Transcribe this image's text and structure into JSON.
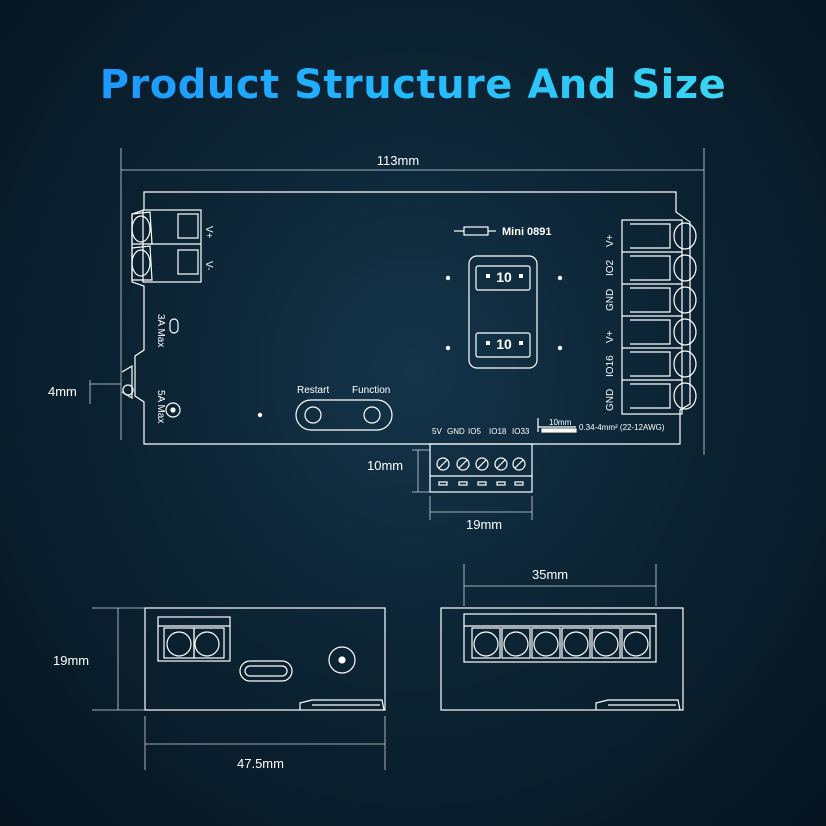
{
  "title": "Product Structure And Size",
  "top_view": {
    "width_label": "113mm",
    "side_offset_label": "4mm",
    "model_label": "Mini 0891",
    "left_terminals": [
      "V+",
      "V-"
    ],
    "usb_rating": "3A Max",
    "dc_rating": "5A Max",
    "right_terminals": [
      "V+",
      "IO2",
      "GND",
      "V+",
      "IO16",
      "GND"
    ],
    "fuse_labels": [
      "10",
      "10"
    ],
    "buttons": {
      "restart": "Restart",
      "function": "Function"
    },
    "io_header_labels": [
      "5V",
      "GND",
      "IO5",
      "IO18",
      "IO33"
    ],
    "strip_length_label": "10mm",
    "wire_spec": "0.34-4mm² (22-12AWG)",
    "terminal_height_label": "10mm",
    "terminal_width_label": "19mm"
  },
  "left_side_view": {
    "height_label": "19mm",
    "width_label": "47.5mm"
  },
  "right_side_view": {
    "width_label": "35mm"
  }
}
